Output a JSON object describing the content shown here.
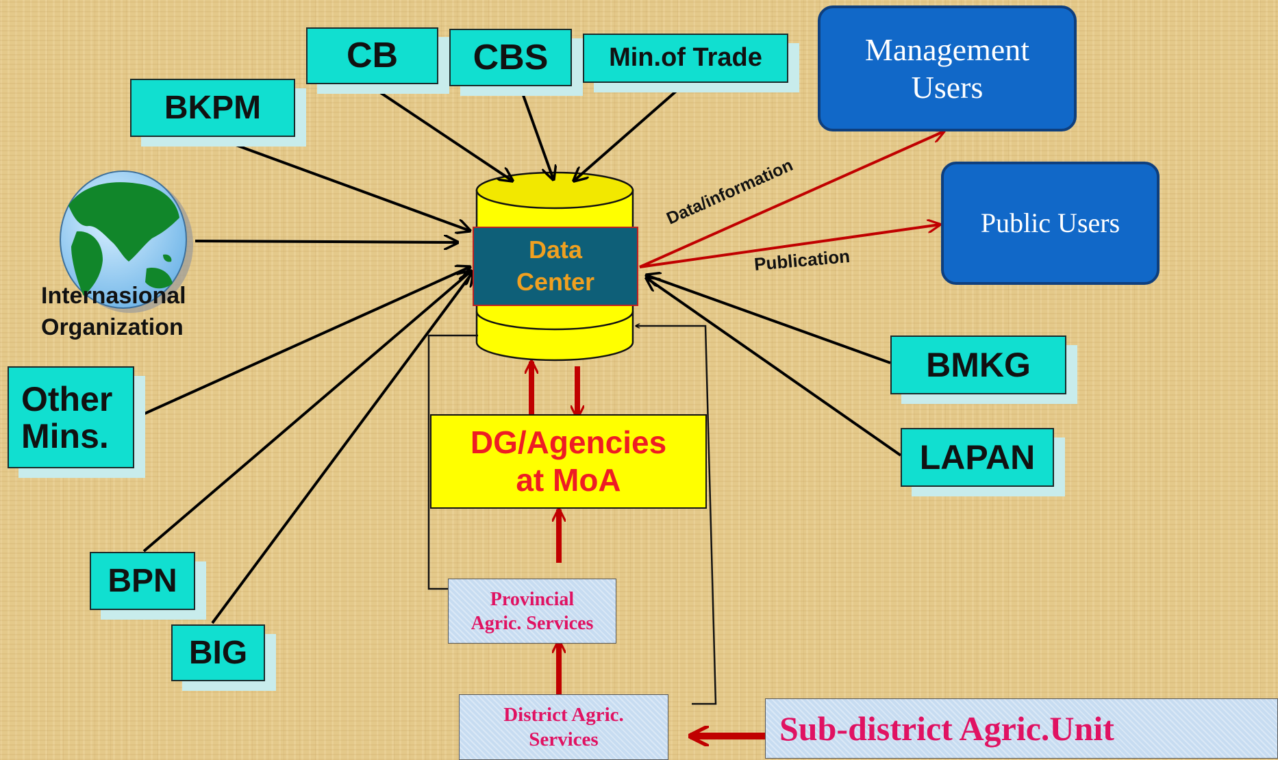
{
  "sources": {
    "cb": "CB",
    "cbs": "CBS",
    "min_trade": "Min.of Trade",
    "bkpm": "BKPM",
    "intl_org": "Internasional\nOrganization",
    "other_mins": "Other\nMins.",
    "bpn": "BPN",
    "big": "BIG",
    "bmkg": "BMKG",
    "lapan": "LAPAN"
  },
  "center": {
    "data_center": "Data\nCenter",
    "dg_agencies": "DG/Agencies\nat MoA"
  },
  "users": {
    "management": "Management\nUsers",
    "public": "Public Users"
  },
  "edge_labels": {
    "data_information": "Data/information",
    "publication": "Publication"
  },
  "field_units": {
    "provincial": "Provincial\nAgric. Services",
    "district": "District Agric.\nServices",
    "subdistrict": "Sub-district Agric.Unit"
  },
  "colors": {
    "source_box": "#11dfd0",
    "user_box": "#1168c8",
    "database": "#ffff00",
    "data_center_band": "#0e5f78",
    "data_center_text": "#f0a020",
    "dg_text": "#ee1c24",
    "flow_arrow_red": "#c00000",
    "unit_text": "#e01262"
  },
  "icons": {
    "globe": "globe-icon",
    "database": "database-cylinder-icon"
  }
}
